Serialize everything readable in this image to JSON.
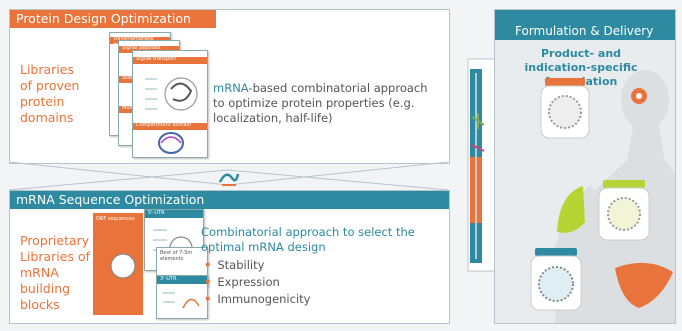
{
  "protein_panel": {
    "title": "Protein Design Optimization",
    "libraries_text": [
      "Libraries",
      "of proven",
      "protein",
      "domains"
    ],
    "desc_highlight": "mRNA",
    "desc_rest": "-based combinatorial approach to optimize protein properties (e.g. localization, half-life)",
    "card_labels": [
      "Transmembrane domain",
      "Signal peptides",
      "Stabilizers",
      "Multimerizers",
      "Signal transport",
      "Compartment domain"
    ]
  },
  "mrna_panel": {
    "title": "mRNA Sequence Optimization",
    "libraries_text": [
      "Proprietary",
      "Libraries of",
      "mRNA",
      "building",
      "blocks"
    ],
    "desc": "Combinatorial approach to select the optimal mRNA design",
    "bullets": [
      "Stability",
      "Expression",
      "Immunogenicity"
    ],
    "card_labels": [
      "ORF sequences",
      "5'-UTR",
      "Best of 7-3m elements",
      "3'-UTR"
    ]
  },
  "formulation_panel": {
    "title": "Formulation & Delivery",
    "subtitle": "Product- and indication-specific formulation"
  },
  "colors": {
    "orange": "#e8743b",
    "blue": "#2d8aa1",
    "panel_border": "#b8c4cc"
  }
}
